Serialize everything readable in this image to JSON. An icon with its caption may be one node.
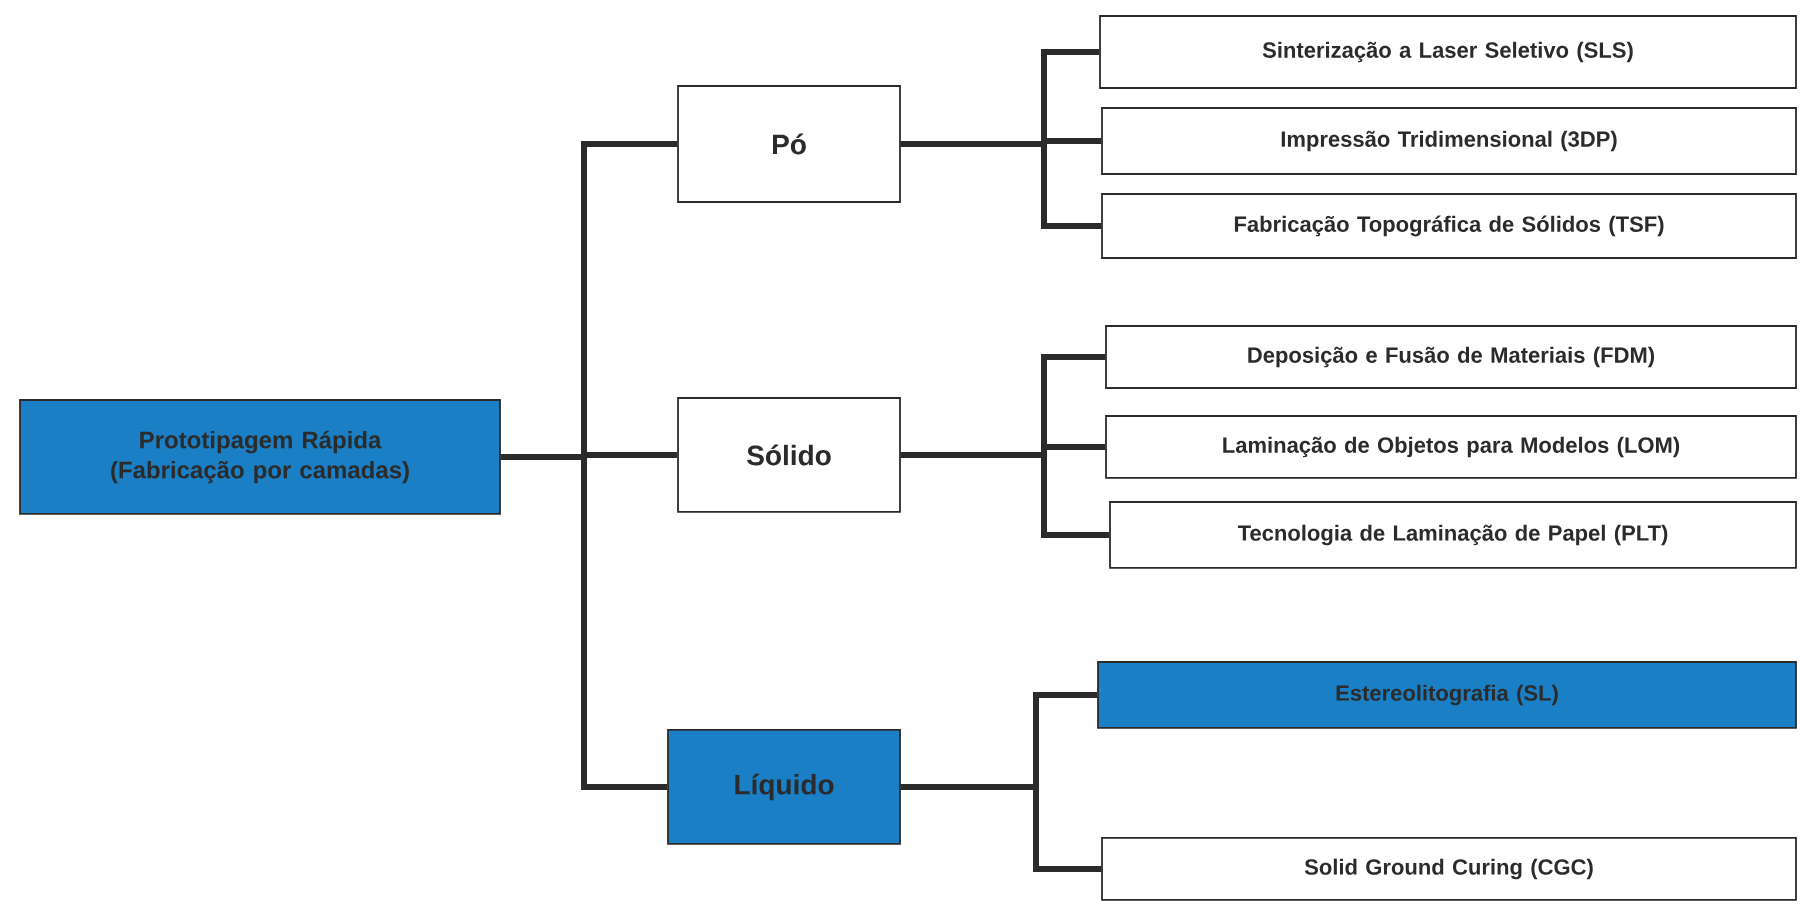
{
  "diagram": {
    "nodes": [
      {
        "text": [
          "Prototipagem Rápida (Fabricação por camadas)"
        ]
      },
      {
        "text": [
          "Pó"
        ]
      },
      {
        "text": [
          "Sólido"
        ]
      },
      {
        "text": [
          "Líquido"
        ]
      },
      {
        "text": [
          "Sinterização a Laser Seletivo (SLS)"
        ]
      },
      {
        "text": [
          "Impressão Tridimensional (3DP)"
        ]
      },
      {
        "text": [
          "Fabricação Topográfica de Sólidos (TSF)"
        ]
      },
      {
        "text": [
          "Deposição e Fusão de Materiais (FDM)"
        ]
      },
      {
        "text": [
          "Laminação de Objetos para Modelos (LOM)"
        ]
      },
      {
        "text": [
          "Tecnologia de Laminação de Papel (PLT)"
        ]
      },
      {
        "text": [
          "Estereolitografia (SL)"
        ]
      },
      {
        "text": [
          "Solid Ground Curing (CGC)"
        ]
      }
    ],
    "edges": [
      {
        "from": 0,
        "to": 1,
        "arrow": "none"
      },
      {
        "from": 0,
        "to": 2,
        "arrow": "none"
      },
      {
        "from": 0,
        "to": 3,
        "arrow": "none"
      },
      {
        "from": 1,
        "to": 4,
        "arrow": "none"
      },
      {
        "from": 1,
        "to": 5,
        "arrow": "none"
      },
      {
        "from": 1,
        "to": 6,
        "arrow": "none"
      },
      {
        "from": 2,
        "to": 7,
        "arrow": "none"
      },
      {
        "from": 2,
        "to": 8,
        "arrow": "none"
      },
      {
        "from": 2,
        "to": 9,
        "arrow": "none"
      },
      {
        "from": 3,
        "to": 10,
        "arrow": "none"
      },
      {
        "from": 3,
        "to": 11,
        "arrow": "none"
      }
    ]
  }
}
